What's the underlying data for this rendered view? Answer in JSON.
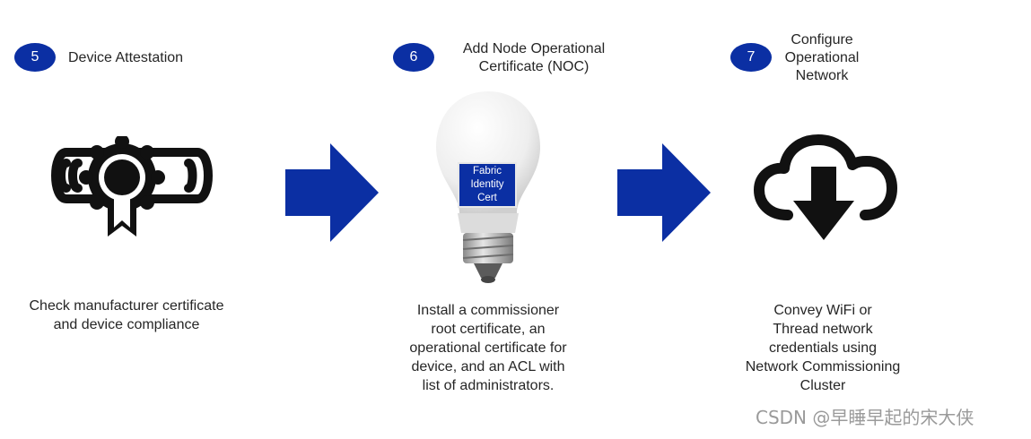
{
  "steps": [
    {
      "number": "5",
      "title_lines": [
        "Device Attestation"
      ],
      "description_lines": [
        "Check manufacturer certificate",
        "and device compliance"
      ],
      "icon": "certificate-scroll-icon"
    },
    {
      "number": "6",
      "title_lines": [
        "Add Node Operational",
        "Certificate (NOC)"
      ],
      "description_lines": [
        "Install a commissioner",
        "root certificate, an",
        "operational certificate for",
        "device, and an ACL with",
        "list of administrators."
      ],
      "icon": "light-bulb-icon",
      "bulb_label_lines": [
        "Fabric",
        "Identity",
        "Cert"
      ]
    },
    {
      "number": "7",
      "title_lines": [
        "Configure",
        "Operational",
        "Network"
      ],
      "description_lines": [
        "Convey WiFi or",
        "Thread network",
        "credentials using",
        "Network Commissioning",
        "Cluster"
      ],
      "icon": "cloud-download-icon"
    }
  ],
  "watermark": "CSDN @早睡早起的宋大侠",
  "colors": {
    "accent": "#0b2fa3",
    "icon": "#111111",
    "text": "#262626"
  }
}
